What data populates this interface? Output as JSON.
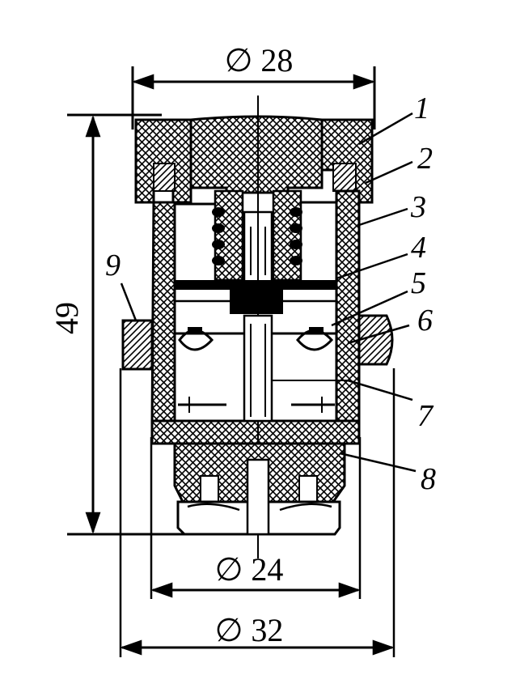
{
  "dimensions": {
    "top_diameter": "∅ 28",
    "height": "49",
    "inner_diameter": "∅ 24",
    "outer_diameter": "∅ 32"
  },
  "callouts": [
    "1",
    "2",
    "3",
    "4",
    "5",
    "6",
    "7",
    "8",
    "9"
  ],
  "colors": {
    "ink": "#000000",
    "paper": "#ffffff"
  }
}
